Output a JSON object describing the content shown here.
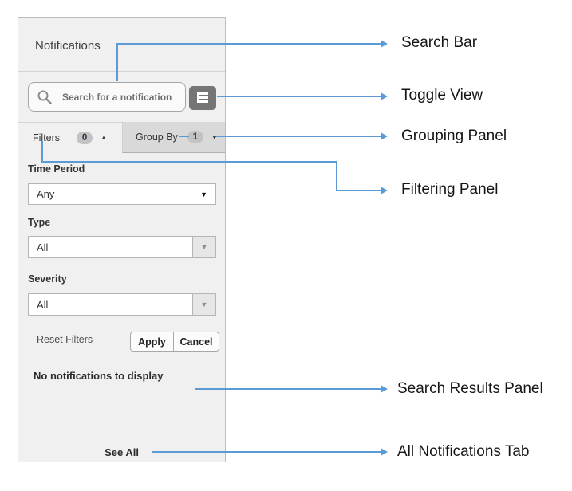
{
  "panel": {
    "title": "Notifications",
    "search": {
      "placeholder": "Search for a notification"
    },
    "tabs": {
      "filters": {
        "label": "Filters",
        "badge": "0"
      },
      "group_by": {
        "label": "Group By",
        "badge": "1"
      }
    },
    "filters": {
      "fields": [
        {
          "label": "Time Period",
          "value": "Any"
        },
        {
          "label": "Type",
          "value": "All"
        },
        {
          "label": "Severity",
          "value": "All"
        }
      ],
      "reset_label": "Reset Filters",
      "apply_label": "Apply",
      "cancel_label": "Cancel"
    },
    "results": {
      "empty_message": "No notifications to display"
    },
    "footer": {
      "see_all_label": "See All"
    }
  },
  "icons": {
    "caret_up": "▲",
    "caret_down": "▼",
    "select_caret": "▼",
    "combo_caret": "▼"
  },
  "annotations": {
    "accent_color": "#5b9bd5",
    "labels": [
      {
        "text": "Search Bar"
      },
      {
        "text": "Toggle View"
      },
      {
        "text": "Grouping Panel"
      },
      {
        "text": "Filtering Panel"
      },
      {
        "text": "Search Results Panel"
      },
      {
        "text": "All Notifications Tab"
      }
    ]
  }
}
